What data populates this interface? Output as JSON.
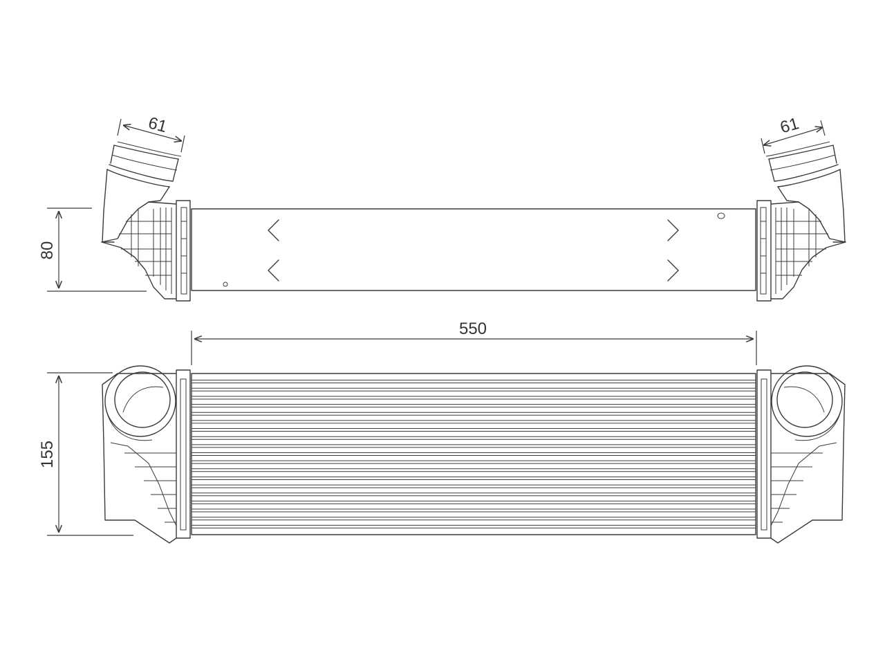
{
  "dimensions": {
    "left_outlet_width": "61",
    "right_outlet_width": "61",
    "top_view_height": "80",
    "core_length": "550",
    "front_view_height": "155"
  },
  "colors": {
    "line": "#3a3a3a",
    "background": "#ffffff"
  },
  "core": {
    "tube_count": 19
  }
}
